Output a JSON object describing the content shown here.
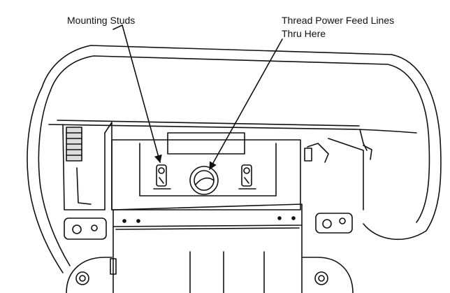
{
  "callouts": {
    "mounting_studs": "Mounting Studs",
    "feed_lines_line1": "Thread Power Feed Lines",
    "feed_lines_line2": "Thru Here"
  },
  "colors": {
    "line": "#111111",
    "paper": "#ffffff",
    "shade": "#dcdcdc"
  }
}
